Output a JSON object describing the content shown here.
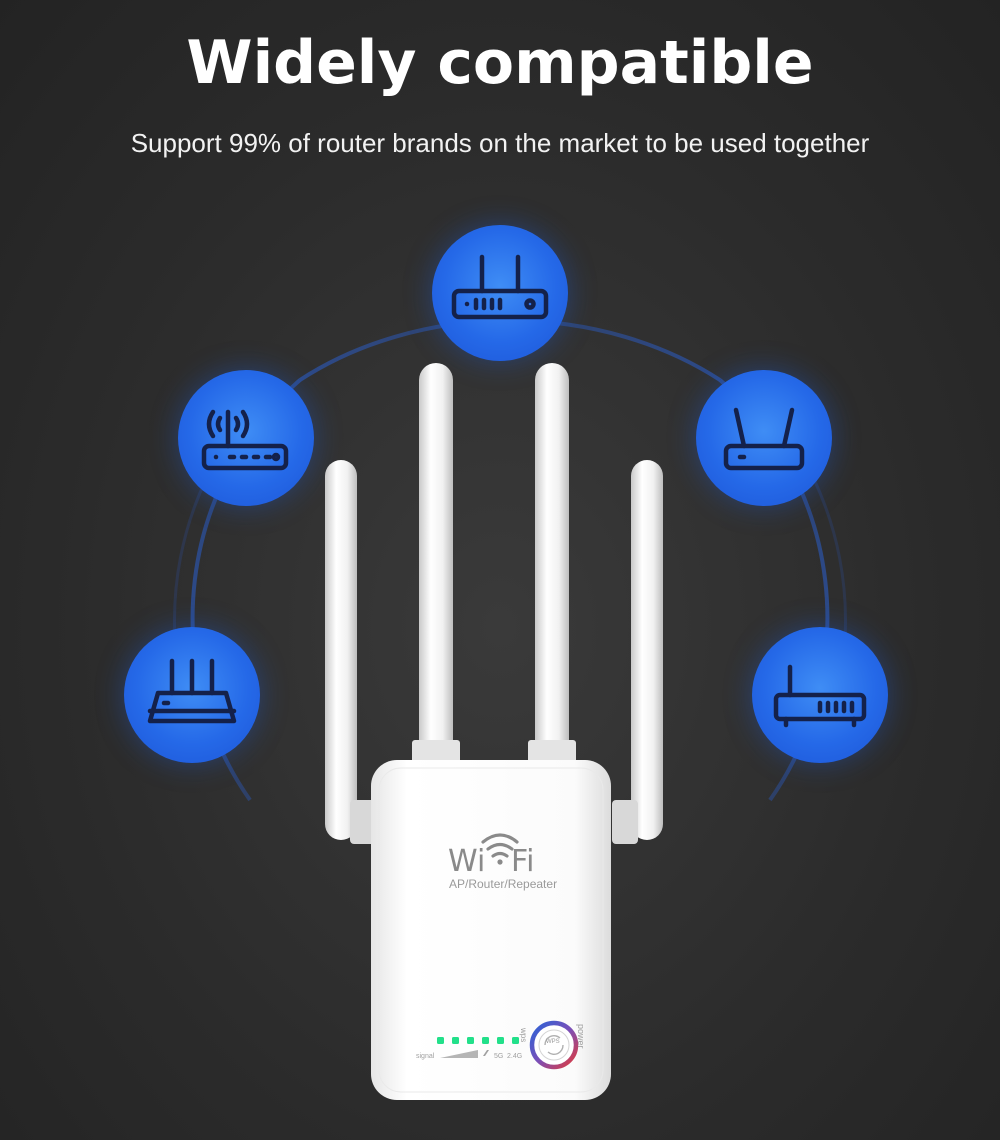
{
  "headline": "Widely compatible",
  "tagline": "Support 99% of router brands on the market to be used together",
  "device": {
    "logo_left": "Wi",
    "logo_right": "Fi",
    "model_text": "AP/Router/Repeater",
    "signal_label": "signal",
    "band_5g": "5G",
    "band_24g": "2.4G",
    "wps_label": "wps",
    "power_label": "power",
    "wps_button_text": "WPS"
  },
  "icons": [
    "router-one-antenna-icon",
    "router-two-antenna-icon",
    "router-two-antenna-small-icon",
    "router-three-antenna-icon",
    "router-single-antenna-icon"
  ],
  "colors": {
    "background": "#2b2b2b",
    "bubble_blue": "#2569e8",
    "led_green": "#22e08a",
    "wps_red": "#e23a3a",
    "wps_blue": "#2a63d8"
  }
}
